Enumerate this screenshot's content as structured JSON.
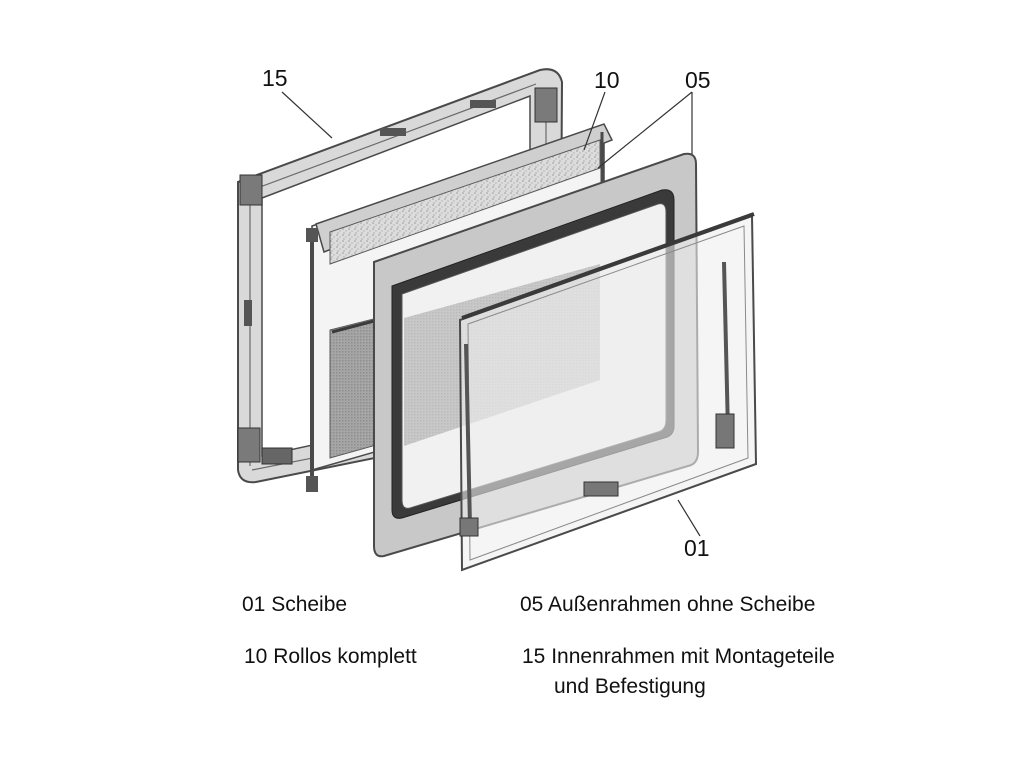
{
  "diagram": {
    "callouts": {
      "c15": "15",
      "c10": "10",
      "c05": "05",
      "c01": "01"
    },
    "colors": {
      "frame_outline": "#4a4a4a",
      "inner_frame_fill": "#d9d9d9",
      "outer_frame_fill": "#c8c8c8",
      "seal": "#3a3a3a",
      "blind_top": "#d2d2d2",
      "blind_mesh": "#9e9e9e",
      "glass": "#eeeeee"
    }
  },
  "legend": {
    "item01": "01 Scheibe",
    "item05": "05 Außenrahmen ohne Scheibe",
    "item10": "10 Rollos komplett",
    "item15_line1": "15 Innenrahmen mit Montageteile",
    "item15_line2": "und Befestigung"
  }
}
